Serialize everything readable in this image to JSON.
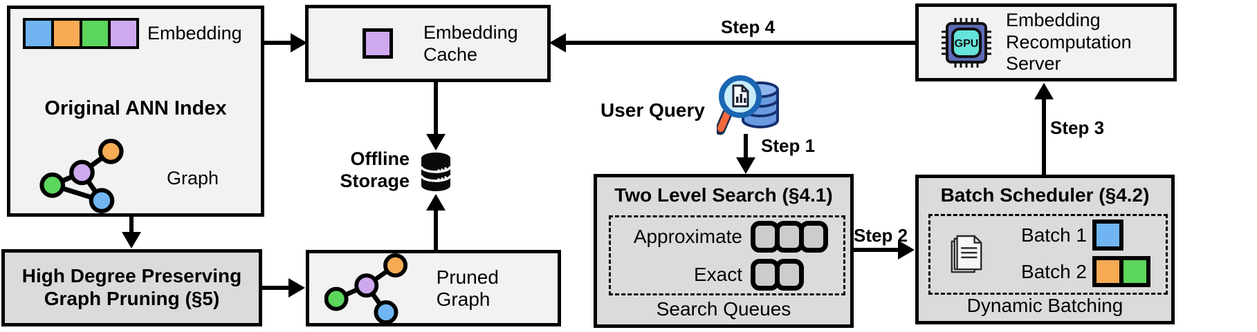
{
  "figure": {
    "description_note": "System architecture flow diagram",
    "background": "#ffffff"
  },
  "palette": {
    "light_box_bg": "#f2f2f2",
    "dark_box_bg": "#dbdbdb",
    "border": "#000000",
    "embedding_blue": "#70b5f1",
    "embedding_orange": "#f6ab54",
    "embedding_green": "#5cd65c",
    "embedding_purple": "#cfa9f0",
    "gpu_chip_body": "#5d6cb8",
    "gpu_chip_core": "#66e3da",
    "query_db_blue": "#6b9ae0",
    "magnifier_rim_blue": "#1b66b3",
    "magnifier_handle_orange": "#f2683c"
  },
  "original_ann_index": {
    "title": "Original ANN Index",
    "embedding_label": "Embedding",
    "graph_label": "Graph"
  },
  "embedding_cache": {
    "label": "Embedding Cache"
  },
  "offline_storage": {
    "label": "Offline Storage"
  },
  "high_degree_pruning": {
    "line1": "High Degree Preserving",
    "line2": "Graph Pruning (§5)"
  },
  "pruned_graph": {
    "label": "Pruned Graph"
  },
  "user_query": {
    "label": "User Query"
  },
  "two_level_search": {
    "title": "Two Level Search (§4.1)",
    "approximate_label": "Approximate",
    "exact_label": "Exact",
    "approximate_slots": 3,
    "exact_slots": 2,
    "footer": "Search Queues"
  },
  "batch_scheduler": {
    "title": "Batch Scheduler (§4.2)",
    "batch1_label": "Batch 1",
    "batch2_label": "Batch 2",
    "footer": "Dynamic Batching"
  },
  "recomputation_server": {
    "label": "Embedding Recomputation Server",
    "gpu_label": "GPU"
  },
  "steps": {
    "step1": "Step 1",
    "step2": "Step 2",
    "step3": "Step 3",
    "step4": "Step 4"
  },
  "icons": {
    "embedding_vector_icon": "color-blocks",
    "ann_graph_icon": "graph-nodes",
    "pruned_graph_icon": "graph-nodes-pruned",
    "embedding_cache_icon": "purple-square",
    "offline_storage_icon": "database-cylinder",
    "user_query_icon": "magnifier-over-database",
    "batch_scheduler_icon": "documents-stack",
    "recomputation_server_icon": "gpu-chip"
  }
}
